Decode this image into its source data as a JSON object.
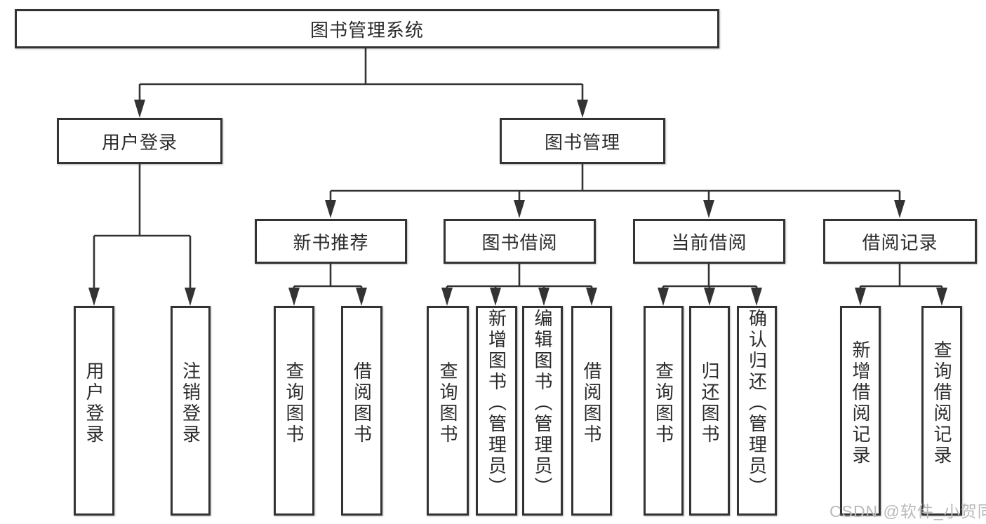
{
  "tree": {
    "root": {
      "label": "图书管理系统"
    },
    "branches": [
      {
        "label": "用户登录",
        "leaves": [
          {
            "label": "用户登录"
          },
          {
            "label": "注销登录"
          }
        ]
      },
      {
        "label": "图书管理",
        "groups": [
          {
            "label": "新书推荐",
            "leaves": [
              {
                "label": "查询图书"
              },
              {
                "label": "借阅图书"
              }
            ]
          },
          {
            "label": "图书借阅",
            "leaves": [
              {
                "label": "查询图书"
              },
              {
                "label": "新增图书（管理员）"
              },
              {
                "label": "编辑图书（管理员）"
              },
              {
                "label": "借阅图书"
              }
            ]
          },
          {
            "label": "当前借阅",
            "leaves": [
              {
                "label": "查询图书"
              },
              {
                "label": "归还图书"
              },
              {
                "label": "确认归还（管理员）"
              }
            ]
          },
          {
            "label": "借阅记录",
            "leaves": [
              {
                "label": "新增借阅记录"
              },
              {
                "label": "查询借阅记录"
              }
            ]
          }
        ]
      }
    ]
  },
  "watermark": {
    "text": "CSDN @软件_小贺同学"
  },
  "colors": {
    "line": "#333333",
    "box_border": "#333333",
    "box_fill": "#ffffff",
    "text": "#2b2b2b",
    "watermark": "#b9b9b9"
  }
}
